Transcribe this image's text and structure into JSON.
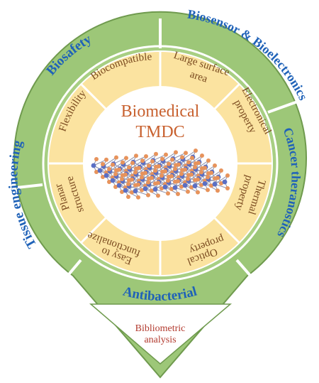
{
  "diagram": {
    "center_title_line1": "Biomedical",
    "center_title_line2": "TMDC",
    "outer_ring": {
      "biosafety": "Biosafety",
      "biosensor": "Biosensor & Bioelectronics",
      "cancer": "Cancer theranostics",
      "tissue": "Tissue engineering",
      "antibacterial": "Antibacterial"
    },
    "inner_ring": {
      "biocompatible": "Biocompatible",
      "flexibility": "Flexibility",
      "large_surface_line1": "Large surface",
      "large_surface_line2": "area",
      "electronical_line1": "Electronical",
      "electronical_line2": "property",
      "thermal_line1": "Thermal",
      "thermal_line2": "property",
      "optical_line1": "Optical",
      "optical_line2": "property",
      "easy_line1": "Easy to",
      "easy_line2": "functionalize",
      "planar_line1": "Planar",
      "planar_line2": "structure"
    },
    "bibliometric_line1": "Bibliometric",
    "bibliometric_line2": "analysis",
    "colors": {
      "outer_green": "#9dc778",
      "outer_green_stroke": "#6f9a4e",
      "inner_yellow": "#fbe3a0",
      "inner_yellow_stroke": "#e8c874",
      "blue_text": "#1f62b8",
      "brown_text": "#7a4a1f",
      "title_orange": "#c8612f",
      "biblio_red": "#b23a2e",
      "metal_blue": "#5a6fc4",
      "chalcogen_orange": "#e7935c"
    }
  }
}
